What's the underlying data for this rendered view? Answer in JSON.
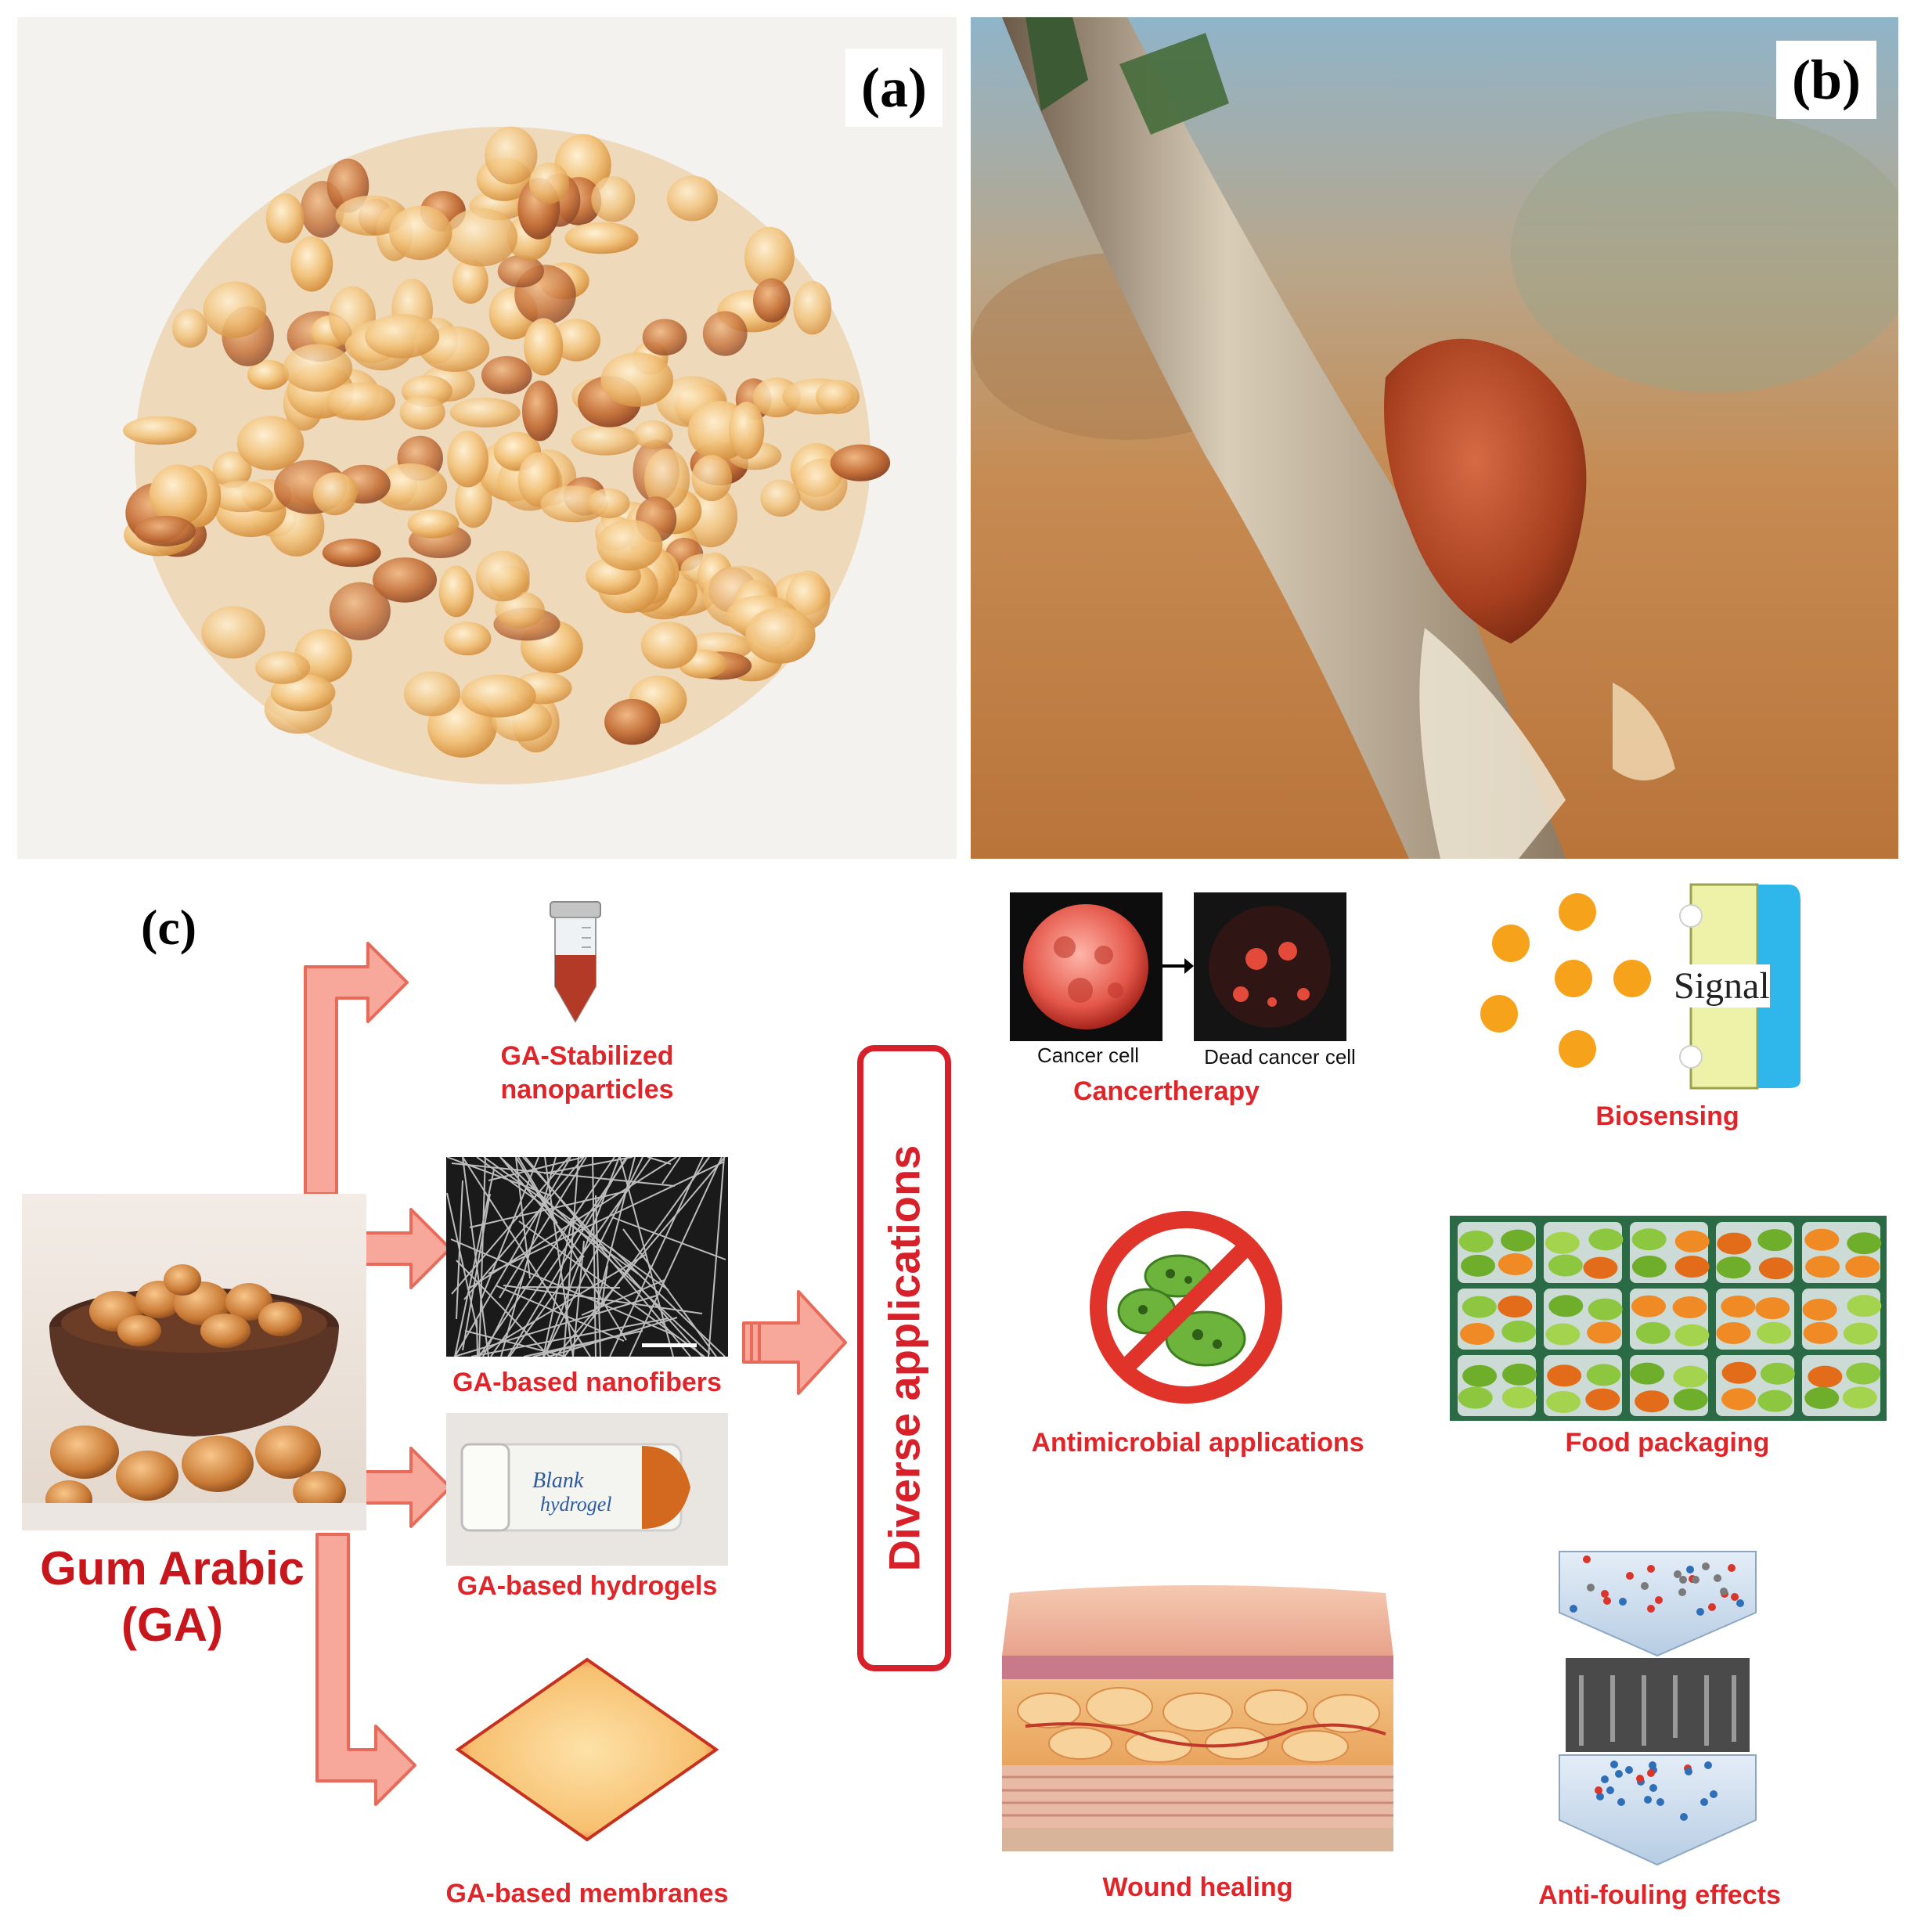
{
  "panels": {
    "a": {
      "label": "(a)"
    },
    "b": {
      "label": "(b)"
    },
    "c": {
      "label": "(c)"
    }
  },
  "source": {
    "title_line1": "Gum Arabic",
    "title_line2": "(GA)"
  },
  "derivatives": [
    {
      "line1": "GA-Stabilized",
      "line2": "nanoparticles"
    },
    {
      "line1": "GA-based nanofibers"
    },
    {
      "line1": "GA-based hydrogels",
      "vial_text_1": "Blank",
      "vial_text_2": "hydrogel"
    },
    {
      "line1": "GA-based membranes"
    }
  ],
  "center": {
    "label": "Diverse applications"
  },
  "applications": {
    "cancer": {
      "caption": "Cancertherapy",
      "left_label": "Cancer cell",
      "right_label": "Dead cancer cell"
    },
    "biosensing": {
      "caption": "Biosensing",
      "signal_label": "Signal"
    },
    "antimicrobial": {
      "caption": "Antimicrobial applications"
    },
    "food": {
      "caption": "Food packaging"
    },
    "wound": {
      "caption": "Wound healing"
    },
    "antifouling": {
      "caption": "Anti-fouling effects"
    }
  },
  "colors": {
    "arrow_fill": "#f7a89a",
    "arrow_stroke": "#e86a5a",
    "caption_red": "#e0252a",
    "title_red": "#c8161d"
  }
}
